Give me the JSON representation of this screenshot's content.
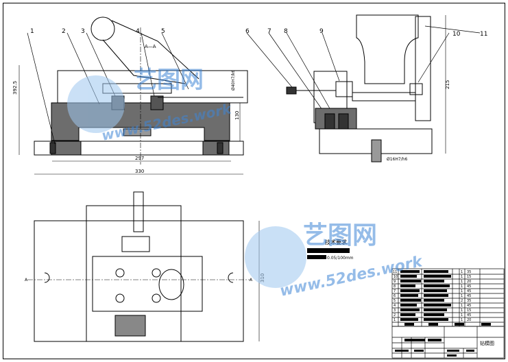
{
  "callouts": [
    "1",
    "2",
    "3",
    "4",
    "5",
    "6",
    "7",
    "8",
    "9",
    "10",
    "11"
  ],
  "section_label": "A—A",
  "dims": {
    "overall_height": "392.5",
    "base_width": "297",
    "total_width": "330",
    "bore_height": "130",
    "fit1": "Ø40H7/k6",
    "fit2": "Ø16H7/h6",
    "side_height": "215",
    "plan_height": "310"
  },
  "section_marks": [
    "A",
    "A"
  ],
  "watermark": {
    "cn": "艺图网",
    "url": "www.52des.work"
  },
  "tech": {
    "title": "技术要求",
    "line2": "0.05/100mm"
  },
  "bom": {
    "seq": [
      "11",
      "10",
      "9",
      "8",
      "7",
      "6",
      "5",
      "4",
      "3",
      "2",
      "1"
    ],
    "qty": [
      "1",
      "1",
      "1",
      "1",
      "1",
      "1",
      "2",
      "1",
      "1",
      "1",
      "1"
    ],
    "mat": [
      "35",
      "15",
      "20",
      "45",
      "45",
      "45",
      "35",
      "45",
      "15",
      "45",
      "20"
    ]
  },
  "title_block": {
    "drawing_name": "钻模图"
  }
}
